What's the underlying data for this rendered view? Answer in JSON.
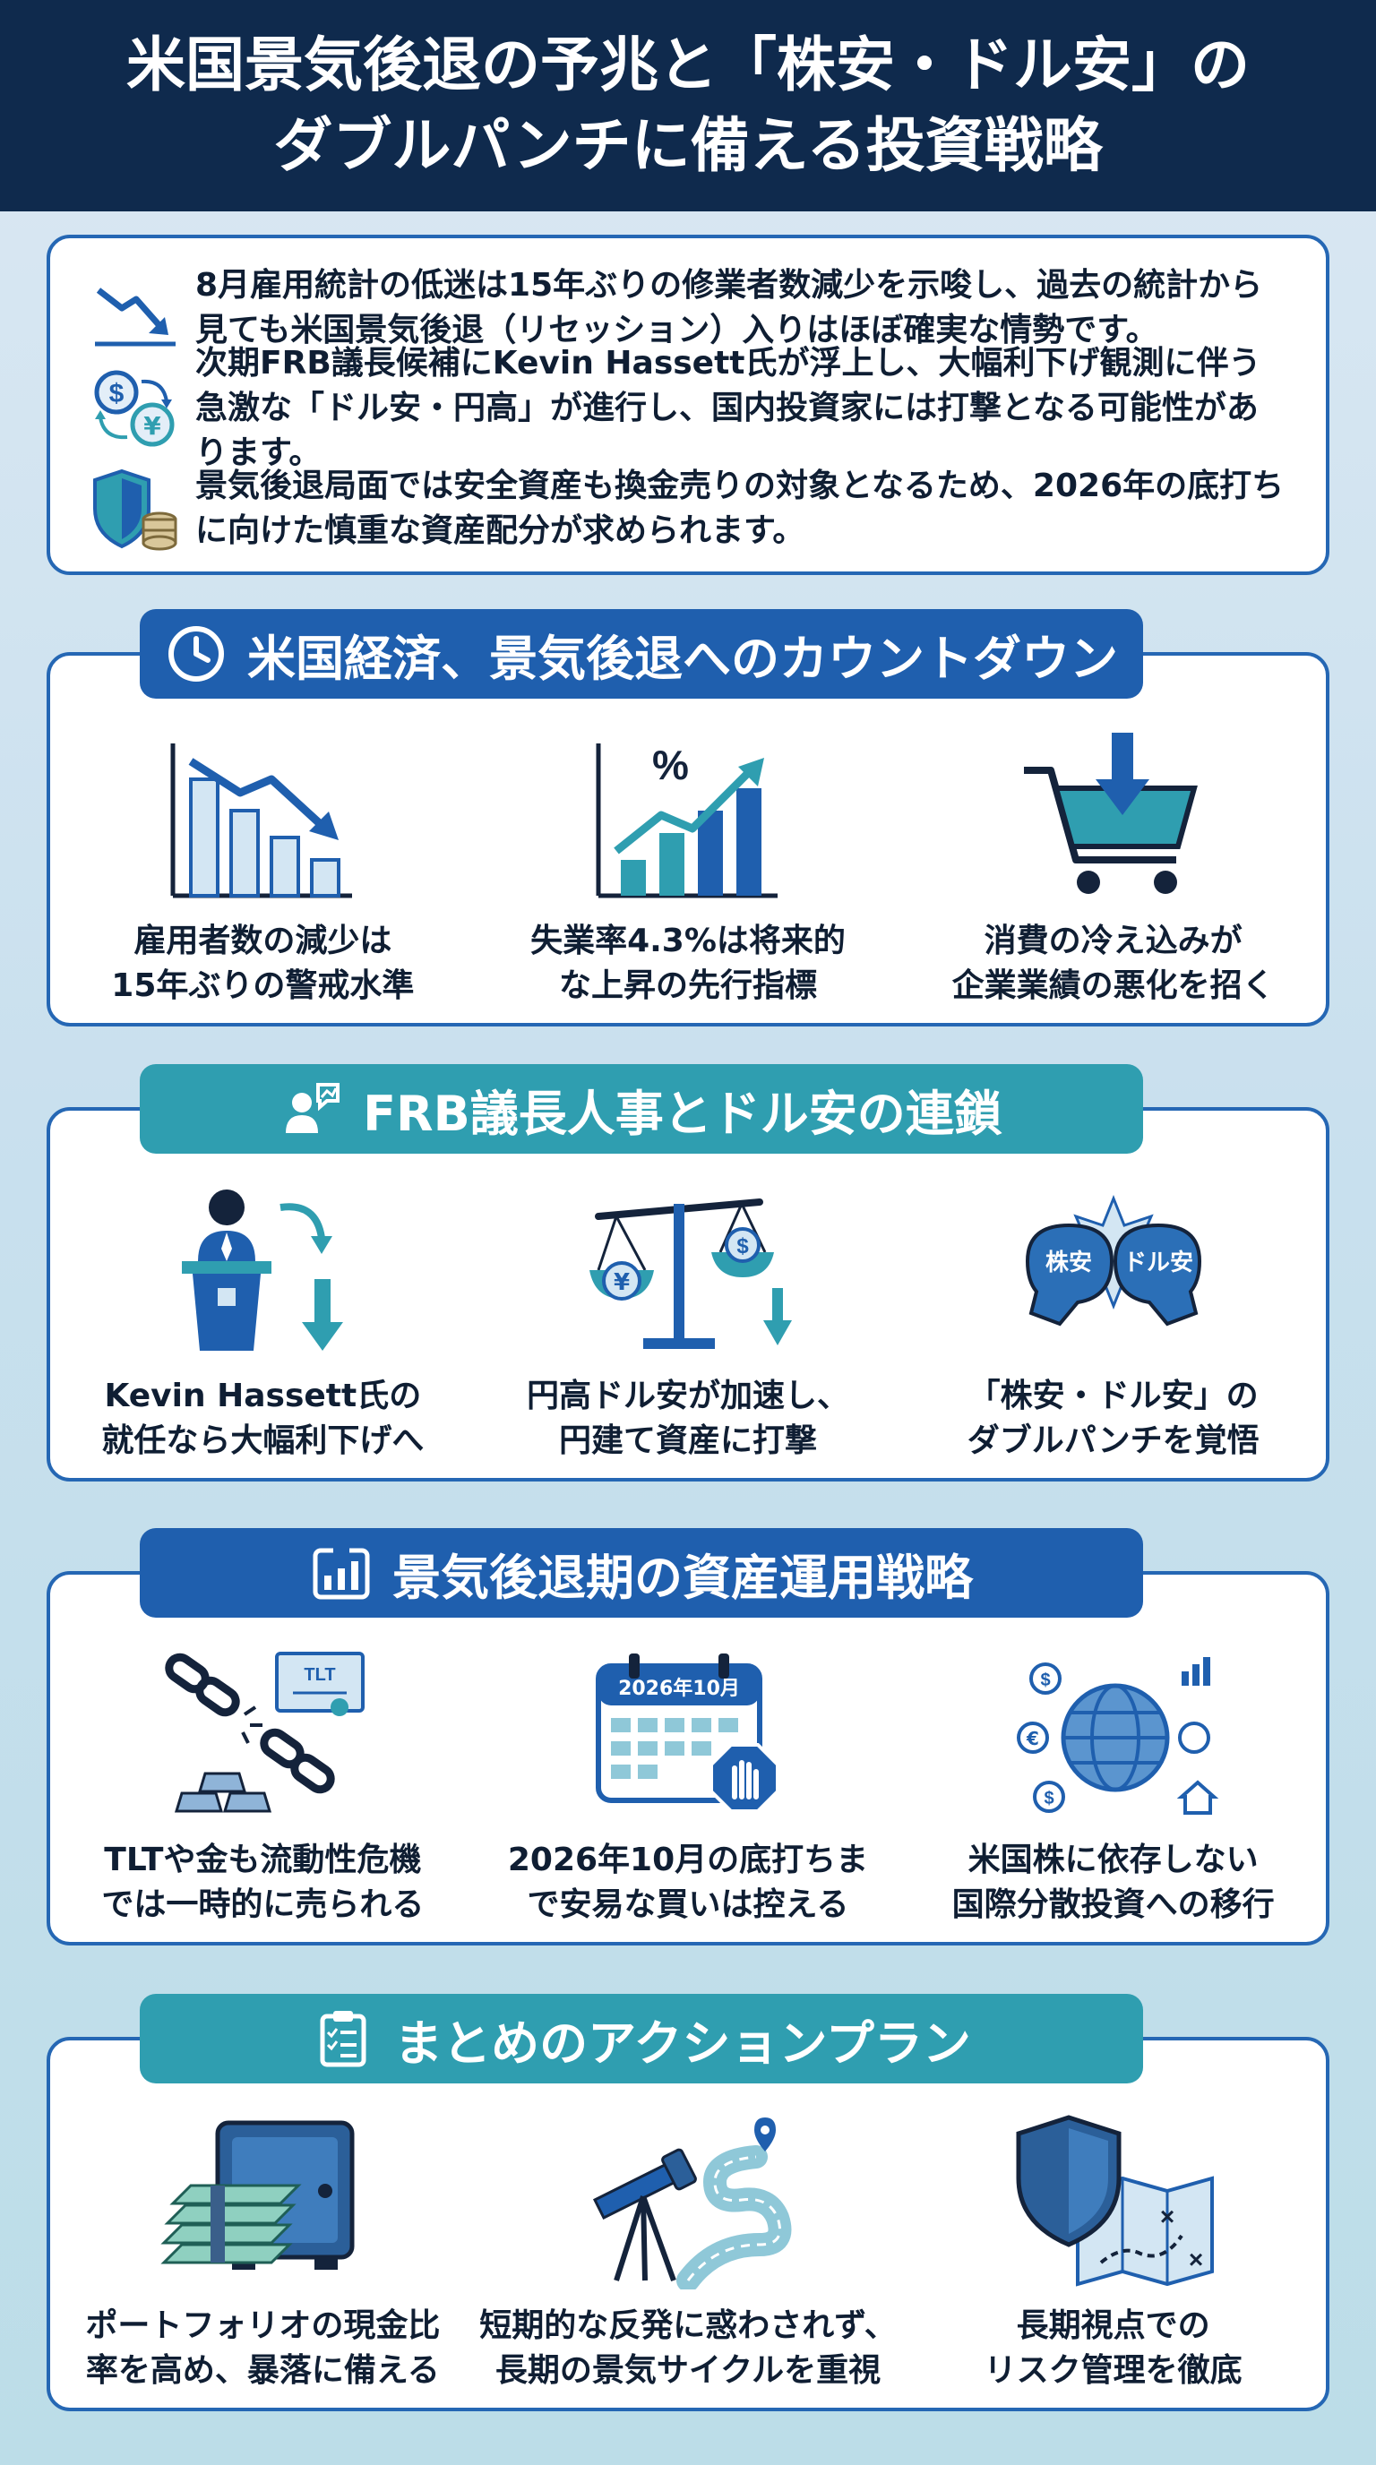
{
  "title": {
    "line1": "米国景気後退の予兆と「株安・ドル安」の",
    "line2": "ダブルパンチに備える投資戦略"
  },
  "intro": [
    {
      "icon": "trend-down-arrow-icon",
      "text": "8月雇用統計の低迷は15年ぶりの修業者数減少を示唆し、過去の統計から見ても米国景気後退（リセッション）入りはほぼ確実な情勢です。"
    },
    {
      "icon": "currency-exchange-icon",
      "text": "次期FRB議長候補にKevin Hassett氏が浮上し、大幅利下げ観測に伴う急激な「ドル安・円高」が進行し、国内投資家には打撃となる可能性があります。"
    },
    {
      "icon": "shield-coins-icon",
      "text": "景気後退局面では安全資産も換金売りの対象となるため、2026年の底打ちに向けた慎重な資産配分が求められます。"
    }
  ],
  "sections": [
    {
      "title": "米国経済、景気後退へのカウントダウン",
      "icon": "clock-icon",
      "items": [
        {
          "icon": "declining-bar-chart-icon",
          "caption": "雇用者数の減少は\n15年ぶりの警戒水準"
        },
        {
          "icon": "rising-percent-chart-icon",
          "caption": "失業率4.3%は将来的\nな上昇の先行指標"
        },
        {
          "icon": "shopping-cart-down-icon",
          "caption": "消費の冷え込みが\n企業業績の悪化を招く"
        }
      ]
    },
    {
      "title": "FRB議長人事とドル安の連鎖",
      "icon": "speaker-chat-icon",
      "items": [
        {
          "icon": "podium-speaker-icon",
          "caption": "Kevin Hassett氏の\n就任なら大幅利下げへ"
        },
        {
          "icon": "yen-dollar-scale-icon",
          "caption": "円高ドル安が加速し、\n円建て資産に打撃"
        },
        {
          "icon": "boxing-gloves-icon",
          "caption": "「株安・ドル安」の\nダブルパンチを覚悟",
          "glove_left": "株安",
          "glove_right": "ドル安"
        }
      ]
    },
    {
      "title": "景気後退期の資産運用戦略",
      "icon": "bar-chart-window-icon",
      "items": [
        {
          "icon": "broken-chain-gold-icon",
          "caption": "TLTや金も流動性危機\nでは一時的に売られる",
          "label": "TLT"
        },
        {
          "icon": "calendar-stop-icon",
          "caption": "2026年10月の底打ちま\nで安易な買いは控える",
          "label": "2026年10月"
        },
        {
          "icon": "globe-currencies-icon",
          "caption": "米国株に依存しない\n国際分散投資への移行"
        }
      ]
    },
    {
      "title": "まとめのアクションプラン",
      "icon": "clipboard-checklist-icon",
      "items": [
        {
          "icon": "safe-cash-icon",
          "caption": "ポートフォリオの現金比\n率を高め、暴落に備える"
        },
        {
          "icon": "telescope-road-icon",
          "caption": "短期的な反発に惑わされず、\n長期の景気サイクルを重視"
        },
        {
          "icon": "shield-map-icon",
          "caption": "長期視点での\nリスク管理を徹底"
        }
      ]
    }
  ],
  "colors": {
    "navy": "#0f2a4d",
    "blue": "#1f5fae",
    "teal": "#2f9eb0",
    "border": "#2567b4"
  }
}
